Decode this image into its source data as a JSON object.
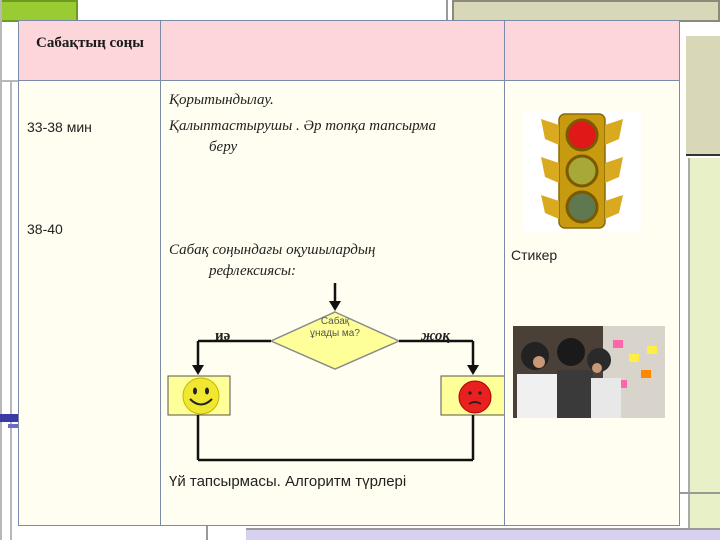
{
  "header": {
    "col1_title": "Сабақтың соңы"
  },
  "col1": {
    "time1": "33-38 мин",
    "time2": "38-40"
  },
  "col2": {
    "line1": "Қорытындылау.",
    "line2a": "Қалыптастырушы . Әр топқа тапсырма",
    "line2b": "беру",
    "line3a": "Сабақ соңындағы оқушылардың",
    "line3b": "рефлексиясы:",
    "homework": "Үй тапсырмасы. Алгоритм түрлері"
  },
  "flowchart": {
    "question_line1": "Сабақ",
    "question_line2": "ұнады ма?",
    "yes_label": "иә",
    "no_label": "жоқ"
  },
  "col3": {
    "sticker_label": "Стикер"
  },
  "colors": {
    "header_bg": "#fcd6da",
    "body_bg": "#fffef0",
    "diamond_fill": "#ffff99",
    "smiley_yellow": "#f0e830",
    "smiley_red": "#e82020"
  }
}
